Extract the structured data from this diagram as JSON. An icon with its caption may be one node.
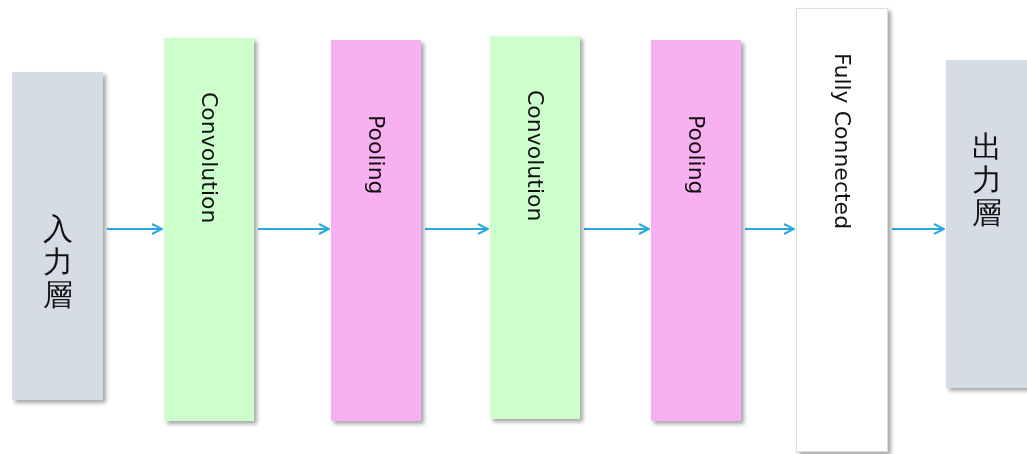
{
  "diagram": {
    "nodes": [
      {
        "text": [
          "入力層"
        ]
      },
      {
        "text": [
          "Convolution"
        ]
      },
      {
        "text": [
          "Pooling"
        ]
      },
      {
        "text": [
          "Convolution"
        ]
      },
      {
        "text": [
          "Pooling"
        ]
      },
      {
        "text": [
          "Fully Connected"
        ]
      },
      {
        "text": [
          "出力層"
        ]
      }
    ],
    "edges": [
      {
        "from": 0,
        "to": 1,
        "arrow": "to"
      },
      {
        "from": 1,
        "to": 2,
        "arrow": "to"
      },
      {
        "from": 2,
        "to": 3,
        "arrow": "to"
      },
      {
        "from": 3,
        "to": 4,
        "arrow": "to"
      },
      {
        "from": 4,
        "to": 5,
        "arrow": "to"
      },
      {
        "from": 5,
        "to": 6,
        "arrow": "to"
      }
    ]
  }
}
